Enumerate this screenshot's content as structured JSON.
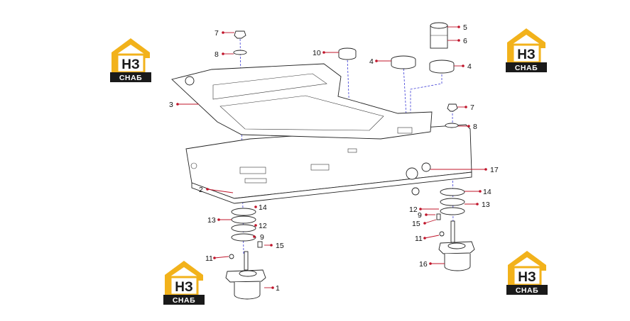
{
  "diagram": {
    "callouts": [
      {
        "id": "c7a",
        "label": "7"
      },
      {
        "id": "c8a",
        "label": "8"
      },
      {
        "id": "c3",
        "label": "3"
      },
      {
        "id": "c2",
        "label": "2"
      },
      {
        "id": "c10",
        "label": "10"
      },
      {
        "id": "c4a",
        "label": "4"
      },
      {
        "id": "c5",
        "label": "5"
      },
      {
        "id": "c6",
        "label": "6"
      },
      {
        "id": "c4b",
        "label": "4"
      },
      {
        "id": "c7b",
        "label": "7"
      },
      {
        "id": "c8b",
        "label": "8"
      },
      {
        "id": "c17",
        "label": "17"
      },
      {
        "id": "c14a",
        "label": "14"
      },
      {
        "id": "c13a",
        "label": "13"
      },
      {
        "id": "c12a",
        "label": "12"
      },
      {
        "id": "c9a",
        "label": "9"
      },
      {
        "id": "c15a",
        "label": "15"
      },
      {
        "id": "c11a",
        "label": "11"
      },
      {
        "id": "c1",
        "label": "1"
      },
      {
        "id": "c14b",
        "label": "14"
      },
      {
        "id": "c12b",
        "label": "12"
      },
      {
        "id": "c13b",
        "label": "13"
      },
      {
        "id": "c9b",
        "label": "9"
      },
      {
        "id": "c15b",
        "label": "15"
      },
      {
        "id": "c11b",
        "label": "11"
      },
      {
        "id": "c16",
        "label": "16"
      }
    ]
  },
  "watermark": {
    "logo_big": "НЗ",
    "logo_small": "СНАБ",
    "colors": {
      "roof": "#f2b21b",
      "panel": "#1a1a1a",
      "text_dark": "#1a1a1a"
    }
  },
  "colors": {
    "callout_dot": "#c0142a",
    "axis": "#3b3bd6",
    "line": "#222222"
  }
}
